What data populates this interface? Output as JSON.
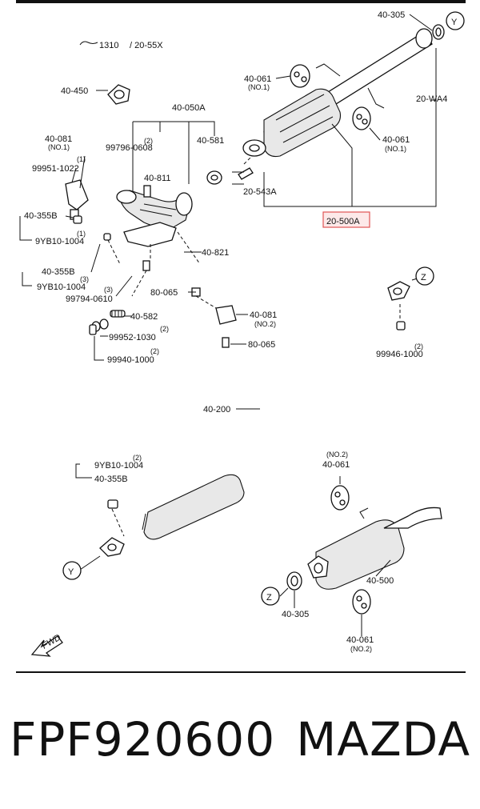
{
  "diagram": {
    "ref_code": "1310",
    "ref_suffix": "/ 20-55X",
    "highlight_color": "#e05555",
    "labels": {
      "l40305_top": "40-305",
      "circleY_top": "Y",
      "l40450": "40-450",
      "l40050A": "40-050A",
      "l40061_top": "40-061",
      "l40061_top_no": "(NO.1)",
      "l20WA4": "20-WA4",
      "l40081_top": "40-081",
      "l40081_top_no": "(NO.1)",
      "l99796_qty": "(2)",
      "l99796": "99796-0608",
      "l40581": "40-581",
      "l40061_mid": "40-061",
      "l40061_mid_no": "(NO.1)",
      "l99951_qty": "(1)",
      "l99951": "99951-1022",
      "l40811": "40-811",
      "l20543A": "20-543A",
      "l40355B_a": "40-355B",
      "l9YB_a_qty": "(1)",
      "l9YB_a": "9YB10-1004",
      "l20500A": "20-500A",
      "l40821": "40-821",
      "l40355B_b": "40-355B",
      "l9YB_b_qty": "(3)",
      "l9YB_b": "9YB10-1004",
      "l99794_qty": "(3)",
      "l99794": "99794-0610",
      "l80065_a": "80-065",
      "circleZ_top": "Z",
      "l40582": "40-582",
      "l40081_mid": "40-081",
      "l40081_mid_no": "(NO.2)",
      "l99952_qty": "(2)",
      "l99952": "99952-1030",
      "l80065_b": "80-065",
      "l99940_qty": "(2)",
      "l99940": "99940-1000",
      "l99946_qty": "(2)",
      "l99946": "99946-1000",
      "l40200": "40-200",
      "l40061_bot_no": "(NO.2)",
      "l40061_bot": "40-061",
      "l9YB_c_qty": "(2)",
      "l9YB_c": "9YB10-1004",
      "l40355B_c": "40-355B",
      "l40500": "40-500",
      "circleY_bot": "Y",
      "circleZ_bot": "Z",
      "l40305_bot": "40-305",
      "l40061_bot2": "40-061",
      "l40061_bot2_no": "(NO.2)",
      "fwd": "FWD"
    }
  },
  "caption": {
    "part_number": "FPF920600",
    "brand": "MAZDA"
  }
}
